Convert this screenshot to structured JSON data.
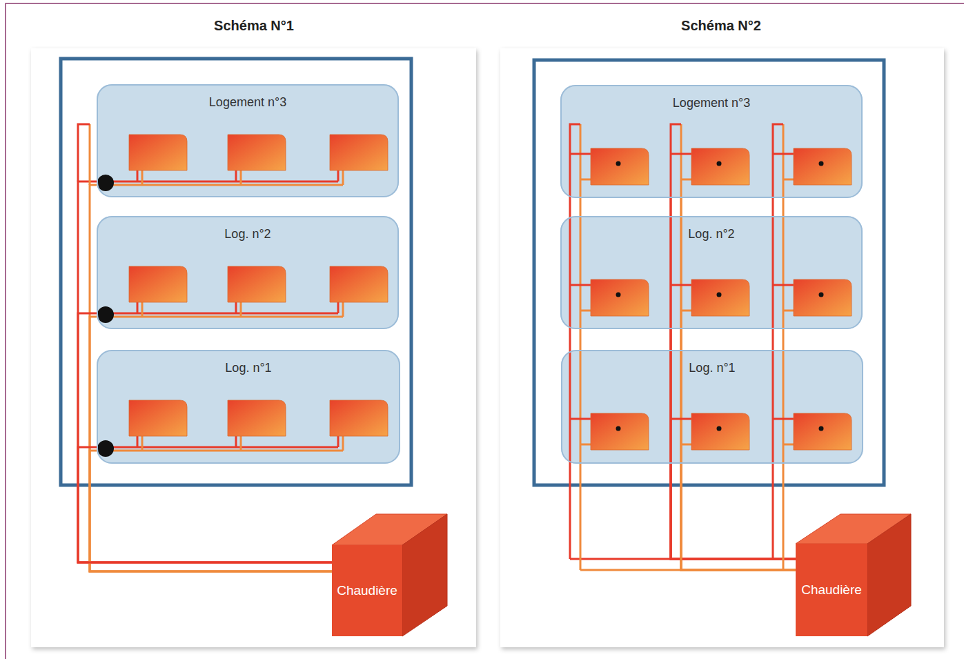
{
  "diagram": {
    "nodes": [
      {
        "text": [
          "Logement n°3"
        ]
      },
      {
        "text": [
          "Log. n°2"
        ]
      },
      {
        "text": [
          "Log. n°1"
        ]
      },
      {
        "text": [
          "Chaudière"
        ]
      },
      {
        "text": [
          "Logement n°3"
        ]
      },
      {
        "text": [
          "Log. n°2"
        ]
      },
      {
        "text": [
          "Log. n°1"
        ]
      },
      {
        "text": [
          "Chaudière"
        ]
      }
    ],
    "edges": [
      {
        "from": 3,
        "to": 0,
        "arrow": "none"
      },
      {
        "from": 3,
        "to": 1,
        "arrow": "none"
      },
      {
        "from": 3,
        "to": 2,
        "arrow": "none"
      },
      {
        "from": 7,
        "to": 4,
        "arrow": "none"
      },
      {
        "from": 7,
        "to": 5,
        "arrow": "none"
      },
      {
        "from": 7,
        "to": 6,
        "arrow": "none"
      }
    ],
    "labels": [
      "Schéma N°1",
      "Schéma N°2"
    ]
  }
}
